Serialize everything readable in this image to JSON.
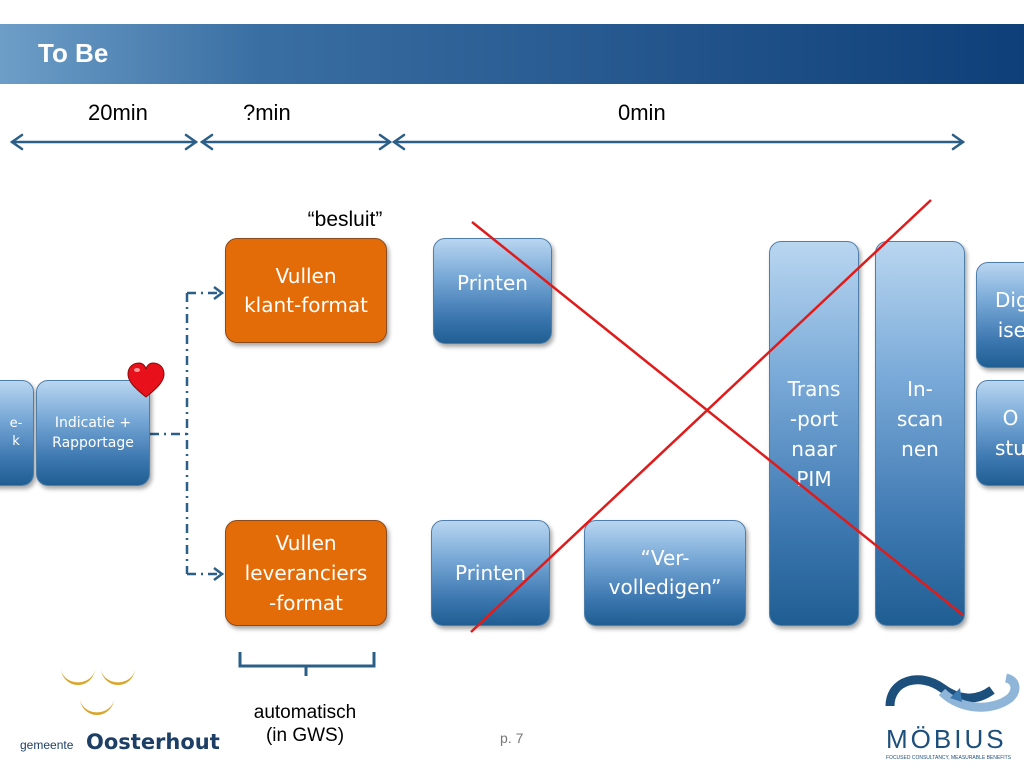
{
  "slide": {
    "title": "To Be",
    "page_number": "p. 7"
  },
  "timeline": {
    "segment_1": "20min",
    "segment_2": "?min",
    "segment_3": "0min"
  },
  "annotations": {
    "besluit": "“besluit”",
    "automatisch": "automatisch\n(in GWS)"
  },
  "boxes": {
    "left_cut": "e-\nk",
    "indicatie": "Indicatie +\nRapportage",
    "vullen_klant": "Vullen\nklant-format",
    "vullen_leveranciers": "Vullen\nleveranciers\n-format",
    "printen_top": "Printen",
    "printen_bottom": "Printen",
    "vervolledigen": "“Ver-\nvolledigen”",
    "transport": "Trans\n-port\nnaar\nPIM",
    "inscannen": "In-\nscan\nnen",
    "digitaliseren_cut": "Dig\nise",
    "opsturen_cut": "O\nstu"
  },
  "footer": {
    "municipality_prefix": "gemeente",
    "municipality_name": "Oosterhout",
    "mobius_name": "MÖBIUS",
    "mobius_tagline": "FOCUSED CONSULTANCY, MEASURABLE BENEFITS"
  },
  "colors": {
    "title_bar": "#0f3f78",
    "arrow": "#2b5f88",
    "orange_box": "#e36c09",
    "cross": "#e01b1b",
    "heart": "#e8101a",
    "logo_gold": "#d9a52a"
  }
}
